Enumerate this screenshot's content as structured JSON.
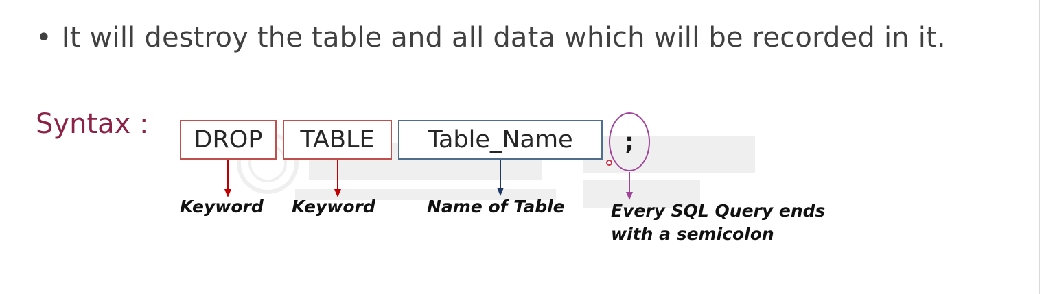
{
  "slide": {
    "bullet_symbol": "•",
    "bullet_text": "It will destroy the table and all data which will be recorded in it.",
    "syntax_label": "Syntax :",
    "tokens": {
      "drop": "DROP",
      "table": "TABLE",
      "table_name": "Table_Name",
      "semicolon": ";"
    },
    "captions": {
      "keyword_1": "Keyword",
      "keyword_2": "Keyword",
      "name_of_table": "Name of Table",
      "semicolon_line_1": "Every SQL Query ends",
      "semicolon_line_2": "with a semicolon"
    }
  },
  "colors": {
    "bullet_text": "#404040",
    "syntax_label": "#8b2246",
    "keyword_border": "#c0504d",
    "keyword_arrow": "#c00000",
    "name_border": "#4f6d8c",
    "name_arrow": "#1f3864",
    "semicolon_border": "#a0469a",
    "semicolon_arrow": "#a0469a"
  }
}
